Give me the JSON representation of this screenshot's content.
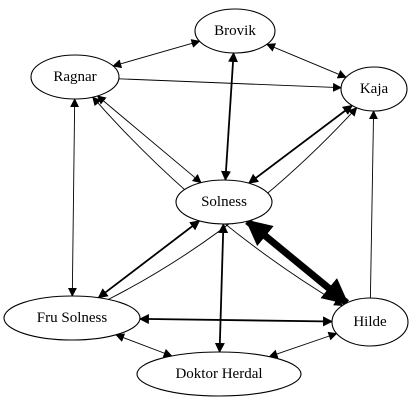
{
  "nodes": [
    {
      "id": "brovik",
      "label": "Brovik"
    },
    {
      "id": "ragnar",
      "label": "Ragnar"
    },
    {
      "id": "kaja",
      "label": "Kaja"
    },
    {
      "id": "solness",
      "label": "Solness"
    },
    {
      "id": "fru_solness",
      "label": "Fru Solness"
    },
    {
      "id": "hilde",
      "label": "Hilde"
    },
    {
      "id": "doktor_herdal",
      "label": "Doktor Herdal"
    }
  ],
  "edges": [
    {
      "from": "brovik",
      "to": "ragnar",
      "dir": "both",
      "weight": 1
    },
    {
      "from": "brovik",
      "to": "kaja",
      "dir": "both",
      "weight": 1
    },
    {
      "from": "brovik",
      "to": "solness",
      "dir": "both",
      "weight": 2
    },
    {
      "from": "ragnar",
      "to": "kaja",
      "dir": "forward",
      "weight": 1
    },
    {
      "from": "ragnar",
      "to": "solness",
      "dir": "both",
      "weight": 1
    },
    {
      "from": "ragnar",
      "to": "fru_solness",
      "dir": "both",
      "weight": 1
    },
    {
      "from": "ragnar",
      "to": "hilde",
      "dir": "both",
      "weight": 1
    },
    {
      "from": "kaja",
      "to": "solness",
      "dir": "both",
      "weight": 2
    },
    {
      "from": "kaja",
      "to": "fru_solness",
      "dir": "back",
      "weight": 1
    },
    {
      "from": "hilde",
      "to": "kaja",
      "dir": "forward",
      "weight": 1
    },
    {
      "from": "solness",
      "to": "fru_solness",
      "dir": "both",
      "weight": 2
    },
    {
      "from": "solness",
      "to": "hilde",
      "dir": "both",
      "weight": 6
    },
    {
      "from": "solness",
      "to": "doktor_herdal",
      "dir": "both",
      "weight": 2
    },
    {
      "from": "fru_solness",
      "to": "hilde",
      "dir": "both",
      "weight": 2
    },
    {
      "from": "fru_solness",
      "to": "doktor_herdal",
      "dir": "both",
      "weight": 1
    },
    {
      "from": "doktor_herdal",
      "to": "hilde",
      "dir": "both",
      "weight": 1
    }
  ]
}
